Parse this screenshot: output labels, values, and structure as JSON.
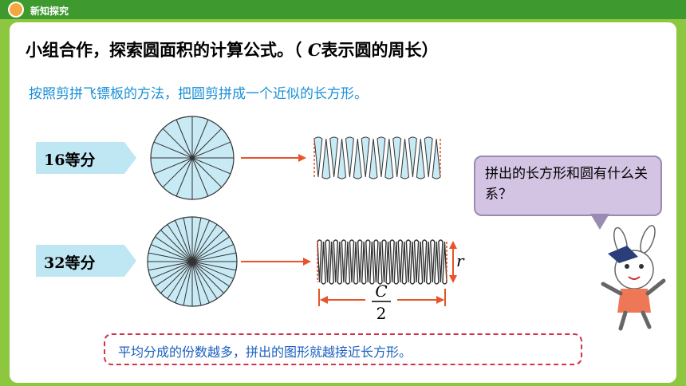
{
  "header": {
    "section_label": "新知探究"
  },
  "title": {
    "before": "小组合作，探索圆面积的计算公式。（ ",
    "var": "C",
    "after": "表示圆的周长）"
  },
  "instruction": "按照剪拼飞镖板的方法，把圆剪拼成一个近似的长方形。",
  "rows": [
    {
      "label": "16等分",
      "slices": 16
    },
    {
      "label": "32等分",
      "slices": 32
    }
  ],
  "dimensions": {
    "height_label": "r",
    "width_numerator": "C",
    "width_denominator": "2"
  },
  "question": "拼出的长方形和圆有什么关系？",
  "conclusion": "平均分成的份数越多，拼出的图形就越接近长方形。",
  "colors": {
    "fill": "#c8eaf5",
    "arrow": "#e8532b",
    "note_border": "#d0334a",
    "note_text": "#1a5fc0",
    "instruction": "#1a8fd8"
  }
}
